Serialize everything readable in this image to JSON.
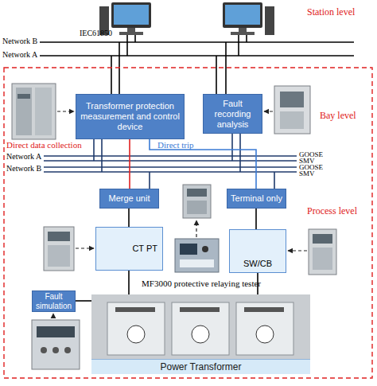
{
  "diagram": {
    "nodes": [
      {
        "text": [
          "Transformer protection measurement and control device"
        ]
      },
      {
        "text": [
          "Fault recording analysis"
        ]
      },
      {
        "text": [
          "Merge unit"
        ]
      },
      {
        "text": [
          "Terminal only"
        ]
      },
      {
        "text": [
          "CT PT"
        ]
      },
      {
        "text": [
          "SW/CB"
        ]
      },
      {
        "text": [
          "Fault simulation"
        ]
      },
      {
        "text": [
          "Power Transformer"
        ]
      }
    ],
    "edges": [
      {
        "from": 0,
        "to": 2,
        "arrow": "none"
      },
      {
        "from": 0,
        "to": 3,
        "label": "Direct trip",
        "arrow": "none"
      },
      {
        "from": 2,
        "to": 4,
        "arrow": "none"
      },
      {
        "from": 3,
        "to": 5,
        "arrow": "none"
      },
      {
        "from": 4,
        "to": 7,
        "arrow": "none"
      },
      {
        "from": 5,
        "to": 7,
        "arrow": "none"
      },
      {
        "from": 6,
        "to": 7,
        "arrow": "none"
      }
    ],
    "labels": [
      "Station level",
      "Network B",
      "Network A",
      "IEC61850",
      "Bay level",
      "Direct data collection",
      "Network A",
      "Network B",
      "GOOSE",
      "SMV",
      "GOOSE",
      "SMV",
      "Process level",
      "MF3000 protective relaying tester"
    ]
  }
}
